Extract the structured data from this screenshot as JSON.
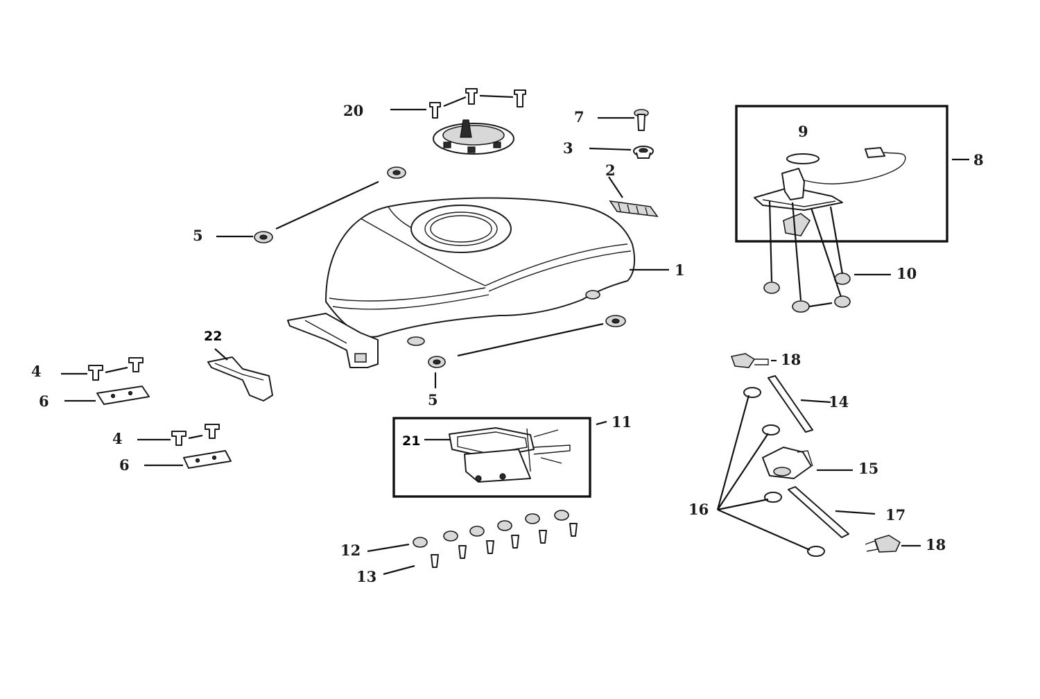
{
  "callouts": {
    "c1": "1",
    "c2": "2",
    "c3": "3",
    "c4a": "4",
    "c4b": "4",
    "c5a": "5",
    "c5b": "5",
    "c6a": "6",
    "c6b": "6",
    "c7": "7",
    "c8": "8",
    "c9": "9",
    "c10": "10",
    "c11": "11",
    "c12": "12",
    "c13": "13",
    "c14": "14",
    "c15": "15",
    "c16": "16",
    "c17": "17",
    "c18a": "18",
    "c18b": "18",
    "c20": "20",
    "c21": "21",
    "c22": "22"
  }
}
